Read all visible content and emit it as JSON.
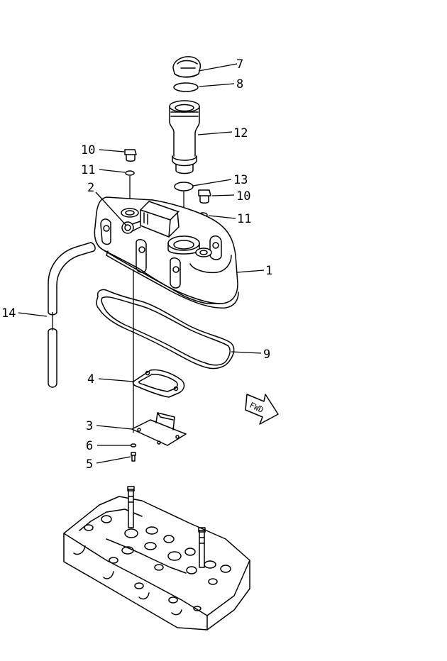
{
  "diagram": {
    "type": "exploded parts diagram",
    "fwd_label": "FWD",
    "callouts": [
      {
        "id": "c7",
        "label": "7"
      },
      {
        "id": "c8",
        "label": "8"
      },
      {
        "id": "c12",
        "label": "12"
      },
      {
        "id": "c10a",
        "label": "10"
      },
      {
        "id": "c11a",
        "label": "11"
      },
      {
        "id": "c13",
        "label": "13"
      },
      {
        "id": "c10b",
        "label": "10"
      },
      {
        "id": "c2",
        "label": "2"
      },
      {
        "id": "c11b",
        "label": "11"
      },
      {
        "id": "c1",
        "label": "1"
      },
      {
        "id": "c14",
        "label": "14"
      },
      {
        "id": "c9",
        "label": "9"
      },
      {
        "id": "c4",
        "label": "4"
      },
      {
        "id": "c3",
        "label": "3"
      },
      {
        "id": "c6",
        "label": "6"
      },
      {
        "id": "c5",
        "label": "5"
      }
    ]
  }
}
